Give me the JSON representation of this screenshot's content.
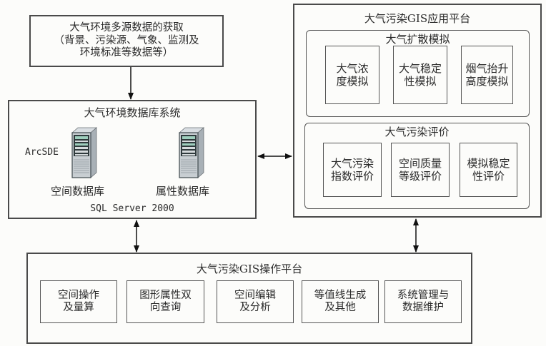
{
  "source_box": {
    "line1": "大气环境多源数据的获取",
    "line2": "（背景、污染源、气象、监测及",
    "line3": "环境标准等数据等）"
  },
  "db_system": {
    "title": "大气环境数据库系统",
    "arcsde_label": "ArcSDE",
    "spatial_db_label": "空间数据库",
    "attribute_db_label": "属性数据库",
    "sql_label": "SQL Server 2000"
  },
  "app_platform": {
    "title": "大气污染GIS应用平台",
    "diffusion": {
      "title": "大气扩散模拟",
      "items": [
        {
          "line1": "大气浓",
          "line2": "度模拟"
        },
        {
          "line1": "大气稳定",
          "line2": "性模拟"
        },
        {
          "line1": "烟气抬升",
          "line2": "高度模拟"
        }
      ]
    },
    "evaluation": {
      "title": "大气污染评价",
      "items": [
        {
          "line1": "大气污染",
          "line2": "指数评价"
        },
        {
          "line1": "空间质量",
          "line2": "等级评价"
        },
        {
          "line1": "模拟稳定",
          "line2": "性评价"
        }
      ]
    }
  },
  "op_platform": {
    "title": "大气污染GIS操作平台",
    "items": [
      {
        "line1": "空间操作",
        "line2": "及量算"
      },
      {
        "line1": "图形属性双",
        "line2": "向查询"
      },
      {
        "line1": "空间编辑",
        "line2": "及分析"
      },
      {
        "line1": "等值线生成",
        "line2": "及其他"
      },
      {
        "line1": "系统管理与",
        "line2": "数据维护"
      }
    ]
  }
}
